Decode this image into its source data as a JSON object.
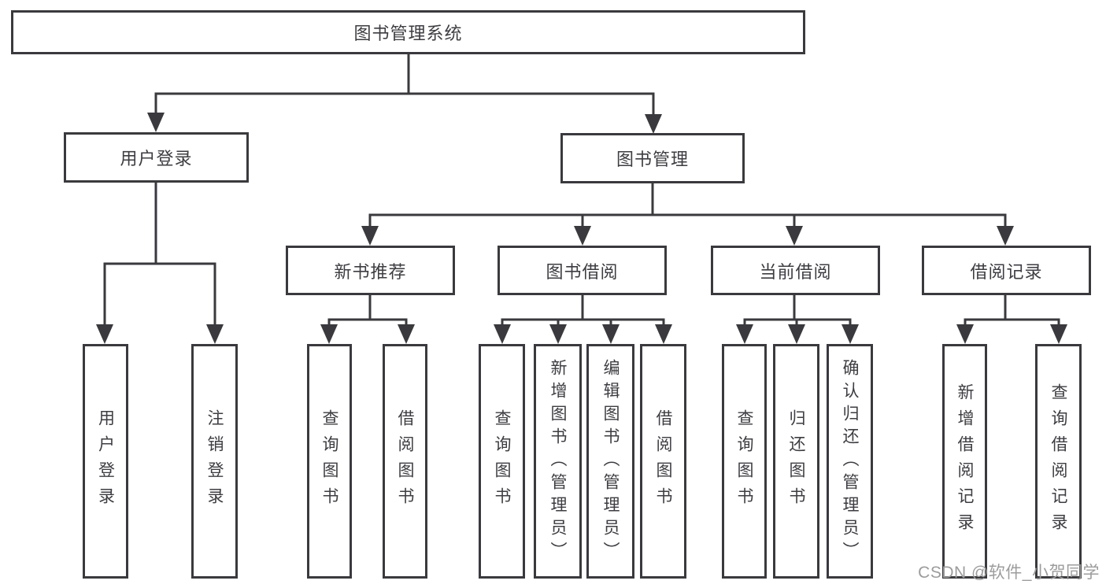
{
  "colors": {
    "line": "#3a3a3e",
    "text": "#3d3d42",
    "background": "#ffffff",
    "watermark": "#9c9c9c"
  },
  "watermark": {
    "text": "CSDN @软件_小贺同学"
  },
  "diagram": {
    "type": "hierarchy-tree",
    "root": {
      "label": "图书管理系统",
      "children": [
        {
          "label": "用户登录",
          "children": [
            {
              "label": "用户登录"
            },
            {
              "label": "注销登录"
            }
          ]
        },
        {
          "label": "图书管理",
          "children": [
            {
              "label": "新书推荐",
              "children": [
                {
                  "label": "查询图书"
                },
                {
                  "label": "借阅图书"
                }
              ]
            },
            {
              "label": "图书借阅",
              "children": [
                {
                  "label": "查询图书"
                },
                {
                  "label": "新增图书（管理员）"
                },
                {
                  "label": "编辑图书（管理员）"
                },
                {
                  "label": "借阅图书"
                }
              ]
            },
            {
              "label": "当前借阅",
              "children": [
                {
                  "label": "查询图书"
                },
                {
                  "label": "归还图书"
                },
                {
                  "label": "确认归还（管理员）"
                }
              ]
            },
            {
              "label": "借阅记录",
              "children": [
                {
                  "label": "新增借阅记录"
                },
                {
                  "label": "查询借阅记录"
                }
              ]
            }
          ]
        }
      ]
    }
  }
}
